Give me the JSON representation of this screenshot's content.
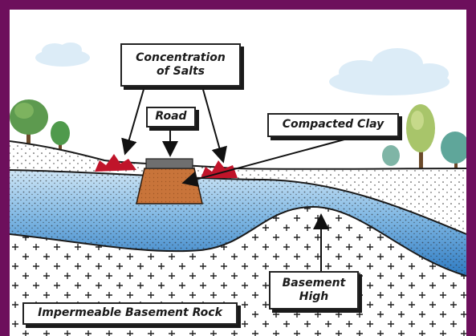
{
  "labels": {
    "salts_line1": "Concentration",
    "salts_line2": "of Salts",
    "road": "Road",
    "clay": "Compacted Clay",
    "high_line1": "Basement",
    "high_line2": "High",
    "rock": "Impermeable Basement Rock"
  },
  "colors": {
    "frame": "#6d0f5c",
    "sky": "#ffffff",
    "water_light": "#d9ecf8",
    "water_dark": "#2f7fc6",
    "salt": "#c0142a",
    "road_fill": "#c8743a",
    "road_top": "#6f6f6f",
    "cloud": "#dcecf7",
    "tree_green": "#4f9a4c",
    "tree_light": "#9fc76a"
  }
}
